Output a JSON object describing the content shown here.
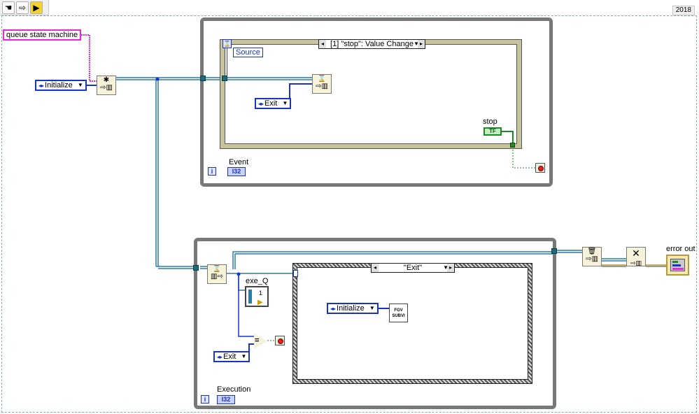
{
  "toolbar": {
    "pan_icon": "hand-icon",
    "arrow_icon": "arrow-right-icon",
    "labview_icon": "labview-logo-icon"
  },
  "version_badge": "2018",
  "labels": {
    "queue_state_machine": "queue state machine",
    "initialize_enum": "Initialize",
    "exit_enum_event": "Exit",
    "exit_enum_compare": "Exit",
    "initialize_enum_case": "Initialize",
    "event_selector": "[1] \"stop\": Value Change",
    "source": "Source",
    "stop_label": "stop",
    "tf": "TF",
    "event_label": "Event",
    "i32_event": "I32",
    "execution_label": "Execution",
    "i32_execution": "I32",
    "case_selector": "\"Exit\"",
    "exe_q_label": "exe_Q",
    "error_out_label": "error out",
    "fgv_subvi_line1": "FGV",
    "fgv_subvi_line2": "SUBVI",
    "element_count": "1"
  },
  "colors": {
    "wire_queue": "#2c7ca8",
    "wire_string": "#e02bd6",
    "wire_enum": "#1733c9",
    "wire_bool": "#1d8a25",
    "wire_error": "#c8b05e"
  }
}
